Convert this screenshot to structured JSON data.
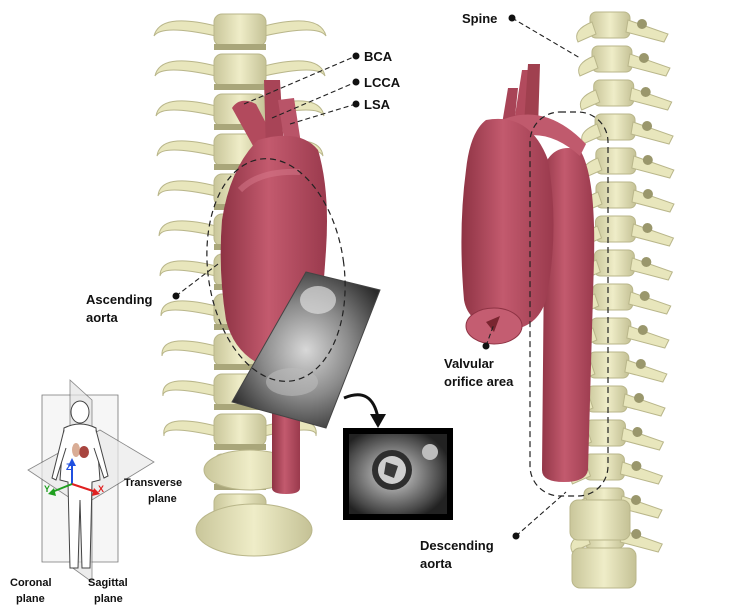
{
  "labels": {
    "bca": "BCA",
    "lcca": "LCCA",
    "lsa": "LSA",
    "ascending": [
      "Ascending",
      "aorta"
    ],
    "spine": "Spine",
    "valvular": [
      "Valvular",
      "orifice area"
    ],
    "descending": [
      "Descending",
      "aorta"
    ],
    "transverse": [
      "Transverse",
      "plane"
    ],
    "coronal": [
      "Coronal",
      "plane"
    ],
    "sagittal": [
      "Sagittal",
      "plane"
    ]
  },
  "axes": {
    "x": "X",
    "y": "Y",
    "z": "Z"
  },
  "colors": {
    "bone": "#e8e6bc",
    "bone_shadow": "#b9b68a",
    "aorta": "#b94a5e",
    "aorta_dark": "#8e3344",
    "axis_x": "#e02020",
    "axis_y": "#20a020",
    "axis_z": "#2050e0"
  }
}
